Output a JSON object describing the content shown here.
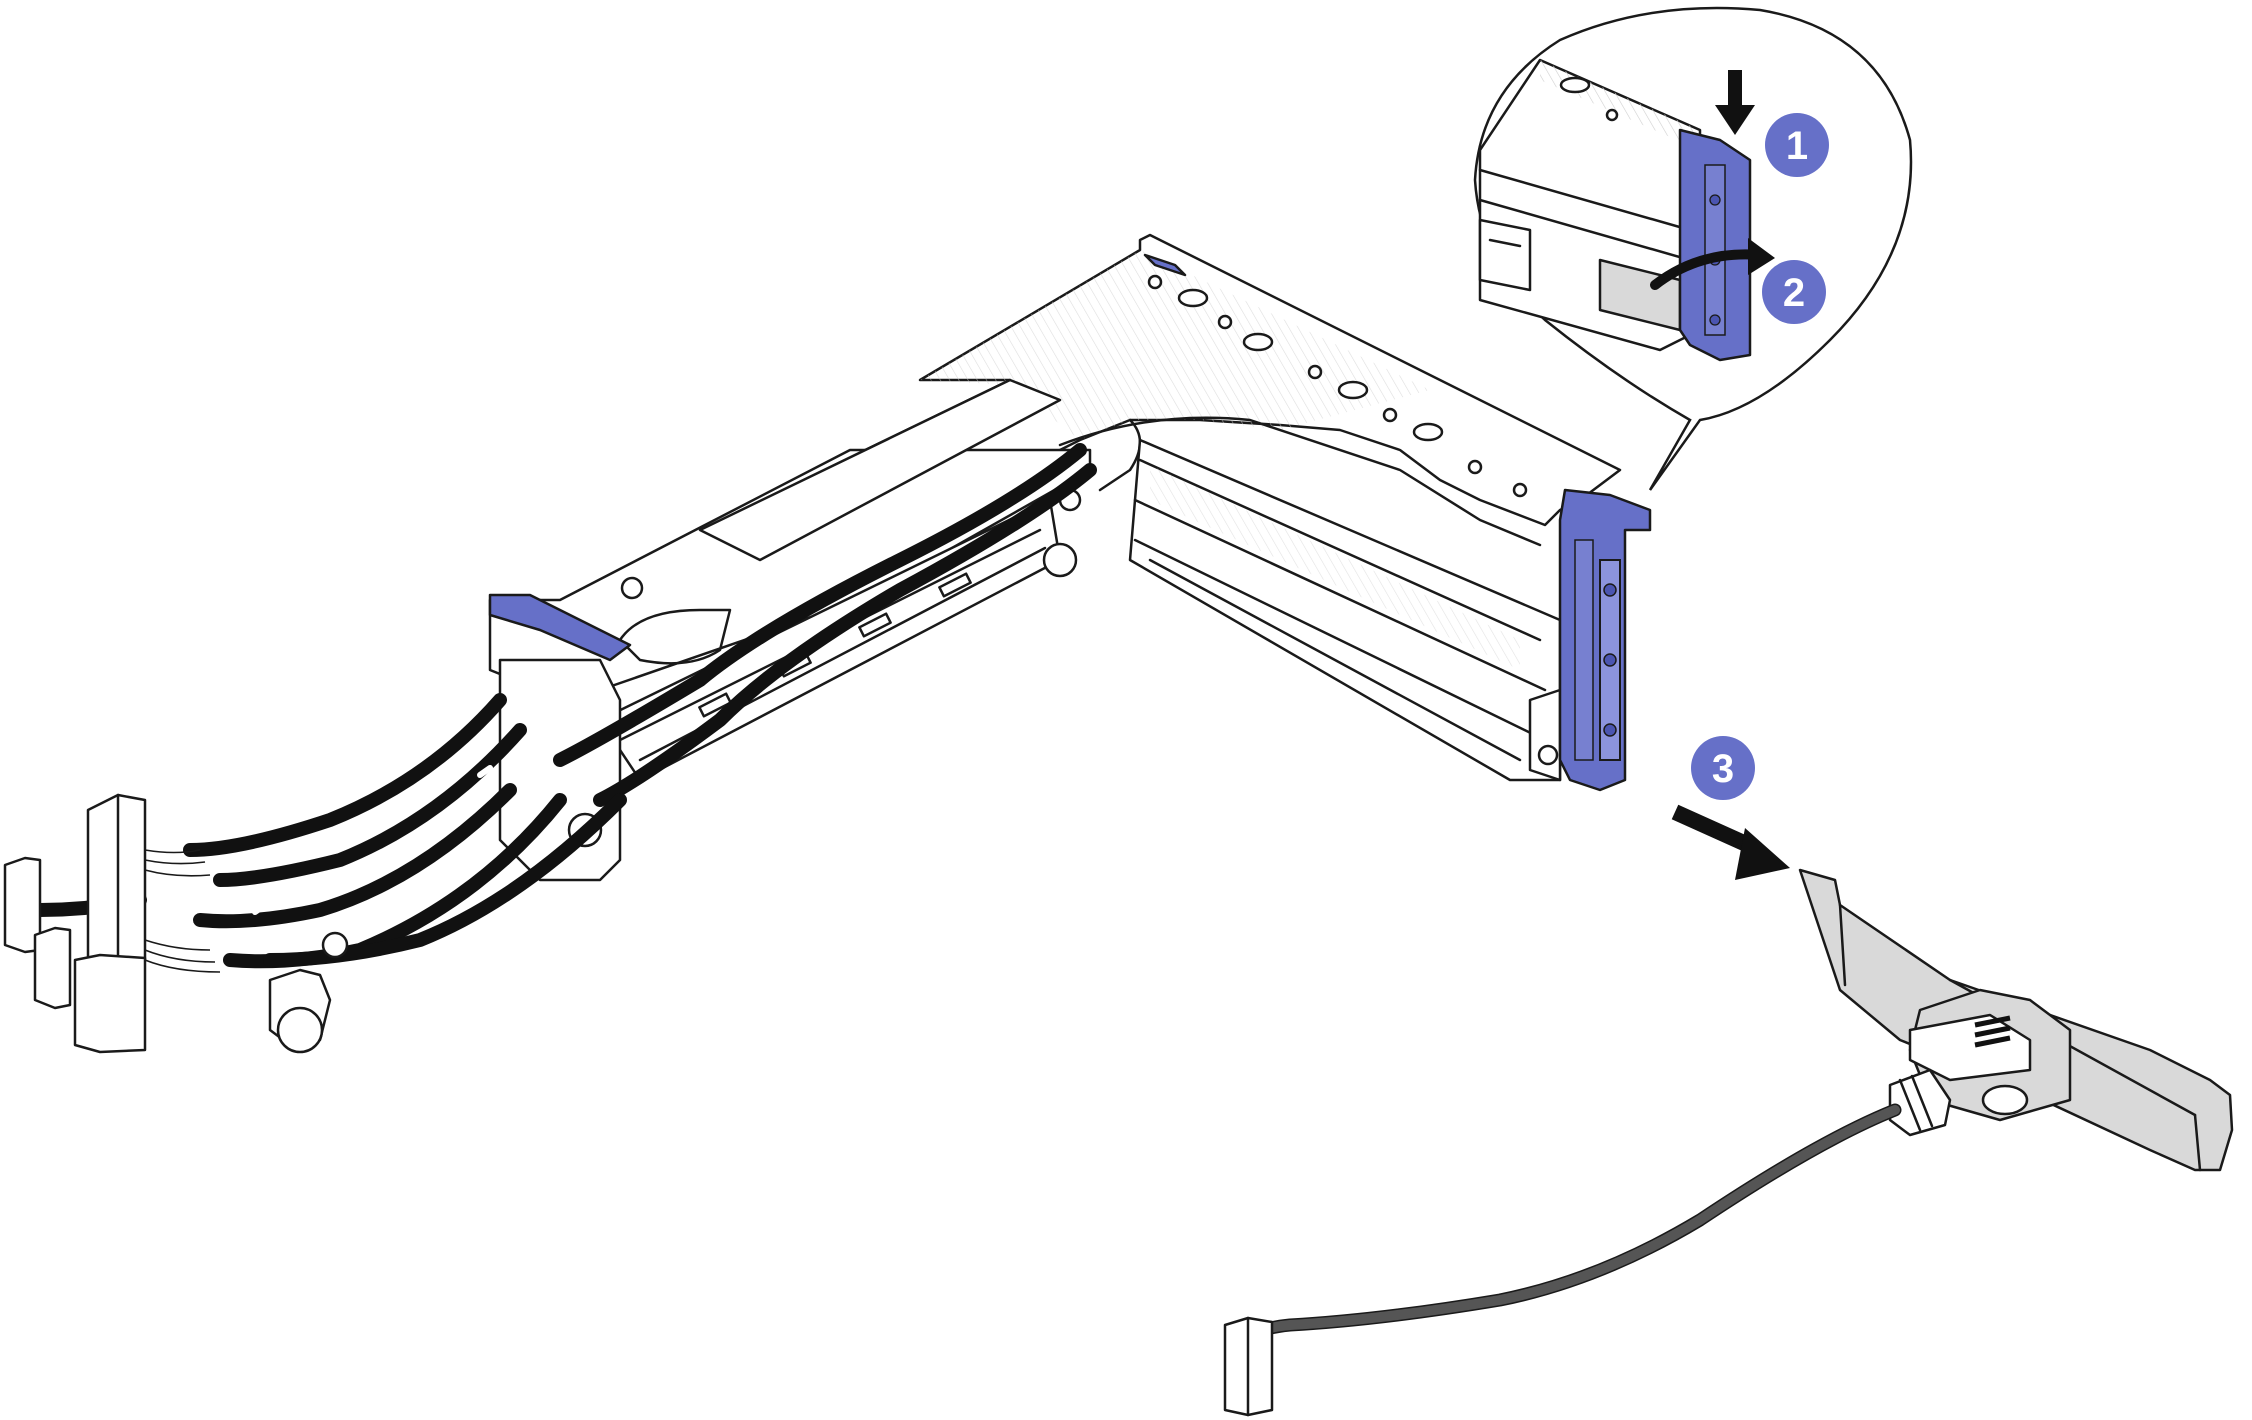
{
  "figure": {
    "background_color": "#ffffff",
    "accent_color": "#6670c8",
    "callouts": [
      {
        "id": "step-1",
        "label": "1",
        "color": "#6670c8"
      },
      {
        "id": "step-2",
        "label": "2",
        "color": "#6670c8"
      },
      {
        "id": "step-3",
        "label": "3",
        "color": "#6670c8"
      }
    ],
    "icons": {
      "push-arrow": "down-arrow-icon",
      "rotate-arrow": "curved-arrow-icon",
      "remove-arrow": "diagonal-arrow-icon"
    }
  }
}
